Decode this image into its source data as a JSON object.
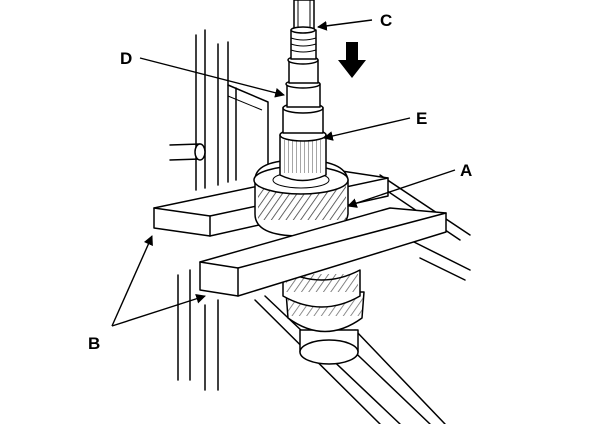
{
  "labels": {
    "a": "A",
    "b": "B",
    "c": "C",
    "d": "D",
    "e": "E"
  },
  "icons": {
    "press_direction": "down-arrow-icon"
  }
}
